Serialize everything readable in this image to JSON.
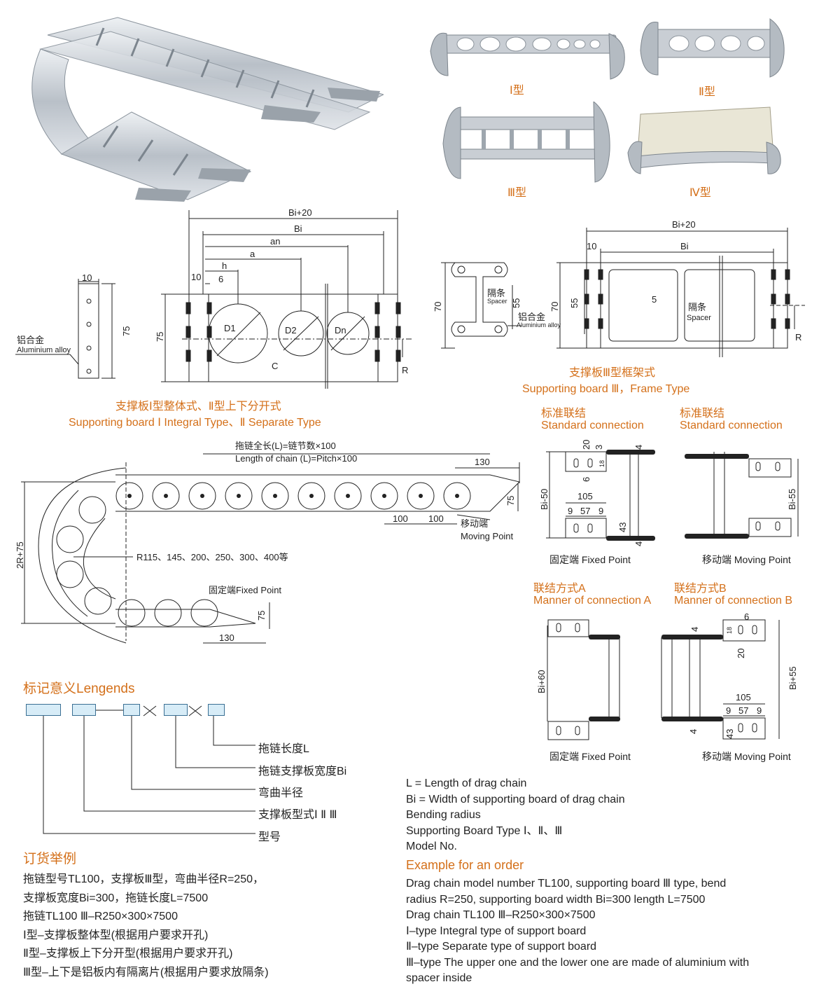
{
  "type_labels": {
    "type1": "Ⅰ型",
    "type2": "Ⅱ型",
    "type3": "Ⅲ型",
    "type4": "Ⅳ型"
  },
  "board12": {
    "alloy_zh": "铝合金",
    "alloy_en": "Aluminium alloy",
    "dim_10a": "10",
    "dim_75a": "75",
    "dim_bi20": "Bi+20",
    "dim_bi": "Bi",
    "dim_an": "an",
    "dim_a": "a",
    "dim_h": "h",
    "dim_6": "6",
    "dim_10b": "10",
    "dim_75b": "75",
    "d1": "D1",
    "d2": "D2",
    "dn": "Dn",
    "c": "C",
    "r": "R",
    "caption_zh": "支撑板Ⅰ型整体式、Ⅱ型上下分开式",
    "caption_en": "Supporting board Ⅰ Integral Type、Ⅱ Separate Type"
  },
  "board3": {
    "dim_70a": "70",
    "spacer_zh": "隔条",
    "spacer_en": "Spacer",
    "dim_55a": "55",
    "alloy_zh": "铝合金",
    "alloy_en": "Aluminium alloy",
    "dim_bi20": "Bi+20",
    "dim_10": "10",
    "dim_bi": "Bi",
    "dim_70b": "70",
    "dim_55b": "55",
    "dim_5": "5",
    "spacer2_zh": "隔条",
    "spacer2_en": "Spacer",
    "r": "R",
    "caption_zh": "支撑板Ⅲ型框架式",
    "caption_en": "Supporting board Ⅲ，Frame Type"
  },
  "chain": {
    "length_zh": "拖链全长(L)=链节数×100",
    "length_en": "Length of chain (L)=Pitch×100",
    "dim_130a": "130",
    "dim_75a": "75",
    "dim_100a": "100",
    "dim_100b": "100",
    "moving_zh": "移动端",
    "moving_en": "Moving Point",
    "dim_2r75": "2R+75",
    "radii": "R115、145、200、250、300、400等",
    "fixed": "固定端Fixed Point",
    "dim_75b": "75",
    "dim_130b": "130"
  },
  "standard": {
    "left_zh": "标准联结",
    "left_en": "Standard connection",
    "right_zh": "标准联结",
    "right_en": "Standard connection",
    "d20": "20",
    "d3": "3",
    "d4a": "4",
    "d18": "18",
    "d6": "6",
    "bi50": "Bi-50",
    "d105": "105",
    "d9a": "9",
    "d57": "57",
    "d9b": "9",
    "d43": "43",
    "d4b": "4",
    "bi55": "Bi-55",
    "fixed": "固定端 Fixed Point",
    "moving": "移动端 Moving Point"
  },
  "manner": {
    "a_zh": "联结方式A",
    "a_en": "Manner of connection A",
    "b_zh": "联结方式B",
    "b_en": "Manner of connection B",
    "bi60": "Bi+60",
    "d4a": "4",
    "d18": "18",
    "d6": "6",
    "d20": "20",
    "bi55": "Bi+55",
    "d105": "105",
    "d9a": "9",
    "d57": "57",
    "d9b": "9",
    "d4b": "4",
    "d43": "43",
    "fixed": "固定端 Fixed Point",
    "moving": "移动端 Moving Point"
  },
  "legend": {
    "title": "标记意义Lengends",
    "items": [
      "拖链长度L",
      "拖链支撑板宽度Bi",
      "弯曲半径",
      "支撑板型式Ⅰ Ⅱ Ⅲ",
      "型号"
    ],
    "en": [
      "L = Length of drag chain",
      "Bi = Width of supporting board of drag chain",
      "Bending radius",
      "Supporting Board Type Ⅰ、Ⅱ、Ⅲ",
      "Model No."
    ]
  },
  "order": {
    "title_zh": "订货举例",
    "lines_zh": [
      "拖链型号TL100，支撑板Ⅲ型，弯曲半径R=250，",
      "支撑板宽度Bi=300，拖链长度L=7500",
      "拖链TL100 Ⅲ–R250×300×7500",
      "Ⅰ型–支撑板整体型(根据用户要求开孔)",
      "Ⅱ型–支撑板上下分开型(根据用户要求开孔)",
      "Ⅲ型–上下是铝板内有隔离片(根据用户要求放隔条)"
    ],
    "title_en": "Example for an order",
    "lines_en": [
      "Drag chain model number TL100, supporting board Ⅲ type, bend",
      "radius R=250, supporting board width Bi=300 length L=7500",
      "Drag chain TL100 Ⅲ–R250×300×7500",
      "Ⅰ–type Integral type of support board",
      "Ⅱ–type Separate type of support board",
      "Ⅲ–type The upper one and the lower one are made of aluminium with",
      "spacer inside"
    ]
  }
}
